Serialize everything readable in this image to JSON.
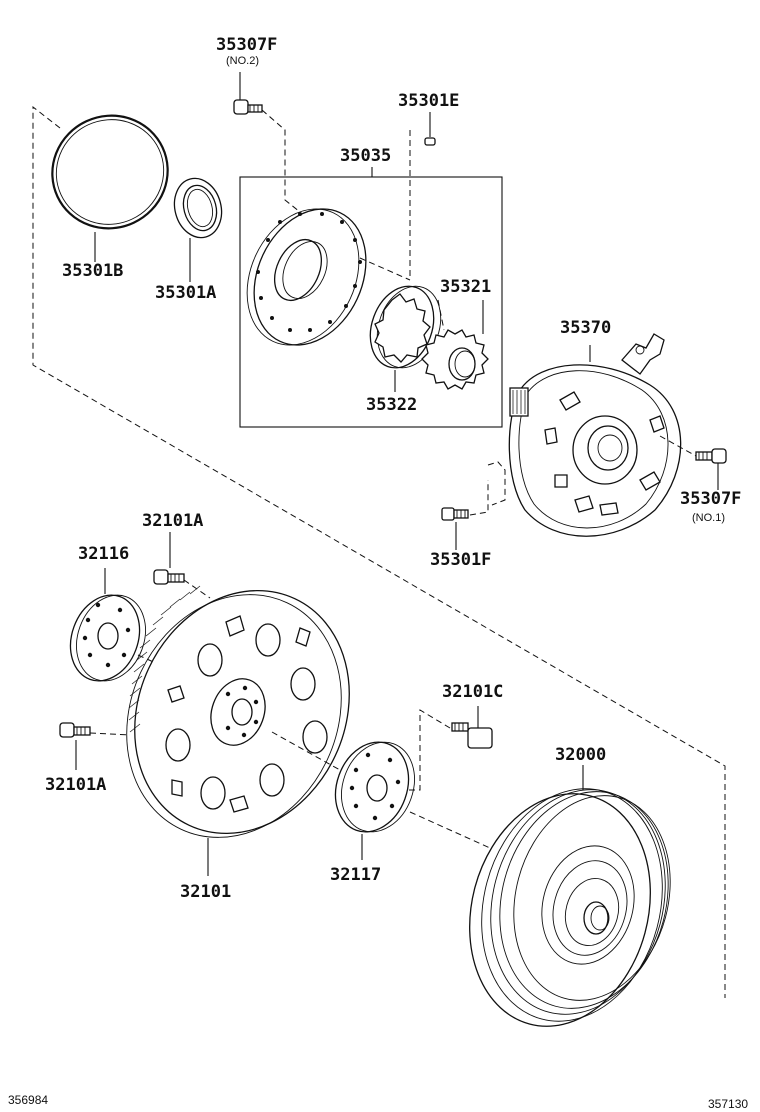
{
  "diagram": {
    "labels": {
      "p35307F_no2": "35307F",
      "p35307F_no2_note": "(NO.2)",
      "p35301E": "35301E",
      "p35035": "35035",
      "p35301B": "35301B",
      "p35301A": "35301A",
      "p35321": "35321",
      "p35370": "35370",
      "p35322": "35322",
      "p35307F_no1": "35307F",
      "p35307F_no1_note": "(NO.1)",
      "p35301F": "35301F",
      "p32101A_top": "32101A",
      "p32116": "32116",
      "p32101C": "32101C",
      "p32000": "32000",
      "p32101A_bottom": "32101A",
      "p32117": "32117",
      "p32101": "32101"
    },
    "footer": {
      "left_code": "356984",
      "right_code": "357130"
    }
  }
}
